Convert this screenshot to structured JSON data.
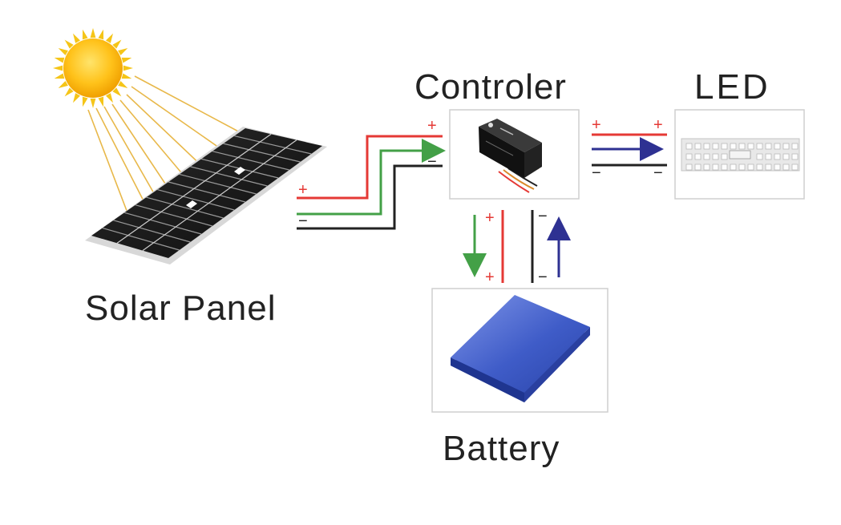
{
  "labels": {
    "controller": "Controler",
    "led": "LED",
    "solar_panel": "Solar Panel",
    "battery": "Battery"
  },
  "signs": {
    "plus": "+",
    "minus": "−"
  },
  "colors": {
    "positive_wire": "#e53935",
    "charge_flow": "#43a047",
    "negative_wire": "#222222",
    "discharge_flow": "#2e3192",
    "battery": "#3d5bc4",
    "sun": "#f7b500",
    "panel": "#1c1c1c"
  }
}
